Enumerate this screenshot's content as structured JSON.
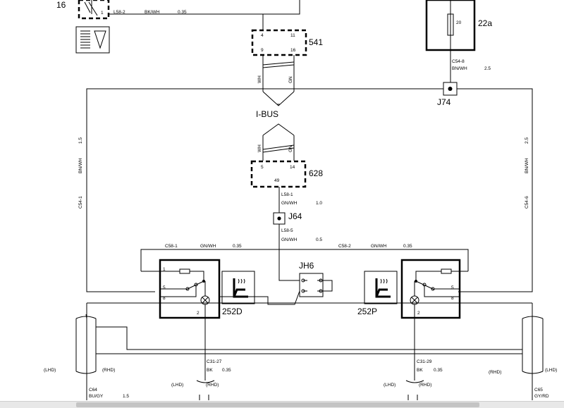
{
  "components": {
    "c16": "16",
    "c22a": "22a",
    "c20": "20",
    "c541": "541",
    "c628": "628",
    "c252D": "252D",
    "c252P": "252P",
    "jh6": "JH6",
    "j74": "J74",
    "j64": "J64",
    "ibus": "I-BUS"
  },
  "pins": {
    "p16_1": "1",
    "p541_4": "4",
    "p541_11": "11",
    "p541_9": "9",
    "p541_16": "16",
    "p628_5": "5",
    "p628_14": "14",
    "p628_49": "49",
    "d_1": "1",
    "d_5": "5",
    "d_8": "8",
    "d_2": "2",
    "p_5": "5",
    "p_8": "8",
    "p_2": "2"
  },
  "wires": {
    "l58_2": "L58-2",
    "bkwh": "BK/WH",
    "w035a": "0.35",
    "c54_8": "C54-8",
    "bnwh_top": "BN/WH",
    "w25a": "2.5",
    "wh1": "WH",
    "gn1": "GN",
    "wh2": "WH",
    "gn2": "GN",
    "l_15": "1.5",
    "l_bnwh": "BN/WH",
    "l_c541": "C54-1",
    "r_25": "2.5",
    "r_bnwh": "BN/WH",
    "r_c546": "C54-6",
    "l58_1": "L58-1",
    "gnwh1": "GN/WH",
    "w10": "1.0",
    "l58_5": "L58-5",
    "gnwh2": "GN/WH",
    "w05": "0.5",
    "c58_1": "C58-1",
    "gnwh3": "GN/WH",
    "w035b": "0.35",
    "c58_2": "C58-2",
    "gnwh4": "GN/WH",
    "w035c": "0.35",
    "c31_27": "C31-27",
    "bk1": "BK",
    "w035d": "0.35",
    "c31_29": "C31-29",
    "bk2": "BK",
    "w035e": "0.35",
    "c64": "C64",
    "bugy": "BU/GY",
    "w15b": "1.5",
    "c65": "C65",
    "gyrd": "GY/RD"
  },
  "variants": {
    "lhd1": "(LHD)",
    "rhd1": "(RHD)",
    "lhd2": "(LHD)",
    "rhd2": "(RHD)",
    "lhd3": "(LHD)",
    "rhd3": "(RHD)",
    "rhd4": "(RHD)",
    "lhd4": "(LHD)"
  }
}
